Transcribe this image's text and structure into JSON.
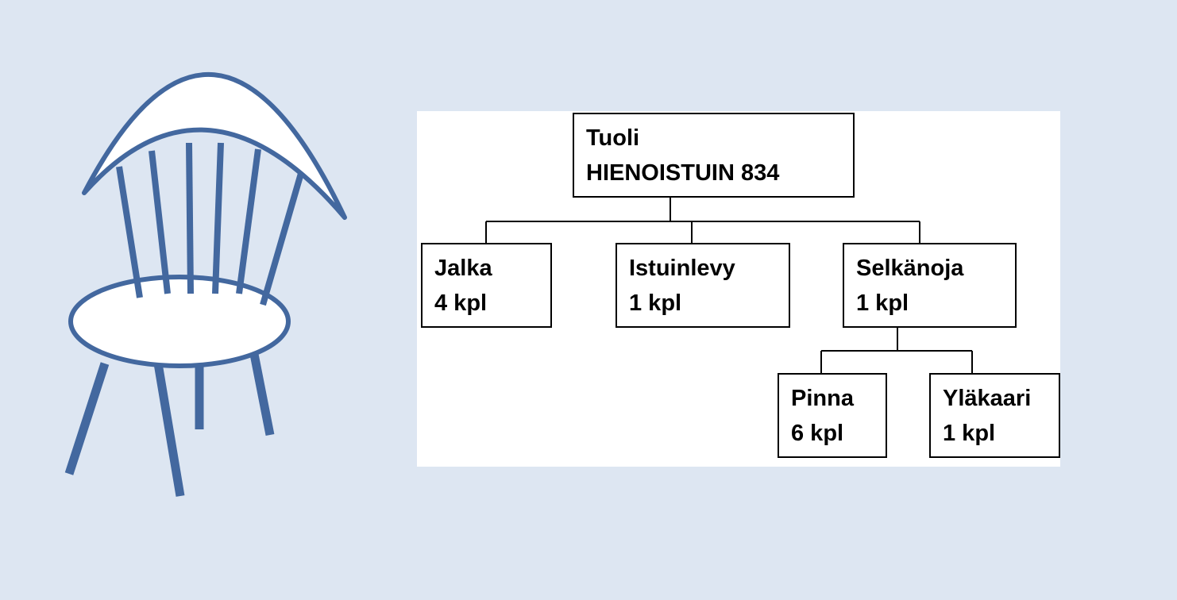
{
  "colors": {
    "background": "#dde6f2",
    "panel": "#ffffff",
    "chair_stroke": "#43689f",
    "box_border": "#000000"
  },
  "chair_icon": "chair-icon",
  "tree": {
    "root": {
      "name": "Tuoli",
      "detail": "HIENOISTUIN 834"
    },
    "jalka": {
      "name": "Jalka",
      "qty": "4 kpl"
    },
    "istuinlevy": {
      "name": "Istuinlevy",
      "qty": "1 kpl"
    },
    "selkanoja": {
      "name": "Selkänoja",
      "qty": "1 kpl"
    },
    "pinna": {
      "name": "Pinna",
      "qty": "6 kpl"
    },
    "ylakaari": {
      "name": "Yläkaari",
      "qty": "1 kpl"
    }
  }
}
